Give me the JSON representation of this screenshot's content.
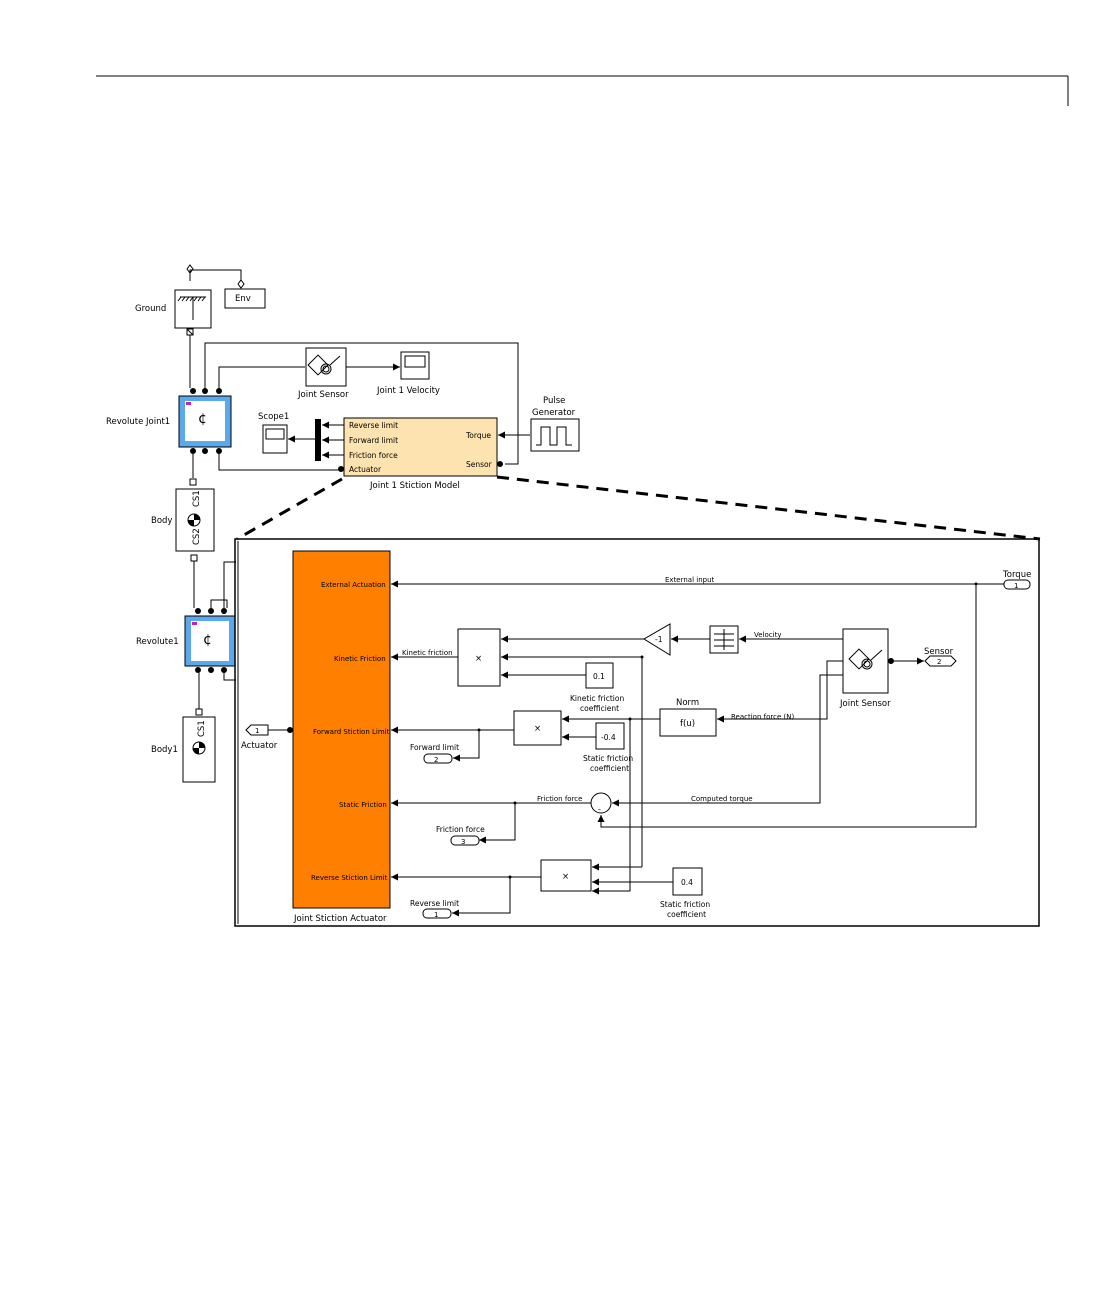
{
  "top": {
    "ground": "Ground",
    "env": "Env",
    "joint_sensor": "Joint Sensor",
    "joint1_velocity": "Joint 1 Velocity",
    "revolute_joint1": "Revolute Joint1",
    "scope1": "Scope1",
    "pulse_generator_line1": "Pulse",
    "pulse_generator_line2": "Generator",
    "stiction_model": "Joint 1 Stiction Model",
    "stiction_ports": {
      "reverse_limit": "Reverse limit",
      "forward_limit": "Forward limit",
      "friction_force": "Friction force",
      "actuator": "Actuator",
      "torque": "Torque",
      "sensor": "Sensor"
    },
    "body": "Body",
    "body_cs1": "CS1",
    "body_cs2": "CS2",
    "revolute1": "Revolute1",
    "body1": "Body1",
    "body1_cs1": "CS1"
  },
  "sub": {
    "actuator_block": "Joint Stiction Actuator",
    "actuator_ports": {
      "external_actuation": "External Actuation",
      "kinetic_friction": "Kinetic Friction",
      "forward_stiction_limit": "Forward Stiction Limit",
      "static_friction": "Static Friction",
      "reverse_stiction_limit": "Reverse Stiction Limit"
    },
    "inport_actuator_num": "1",
    "inport_actuator_label": "Actuator",
    "torque_label": "Torque",
    "torque_num": "1",
    "sensor_label": "Sensor",
    "sensor_num": "2",
    "external_input": "External input",
    "kinetic_friction_sig": "Kinetic friction",
    "velocity": "Velocity",
    "gain": "-1",
    "product_symbol": "×",
    "kinetic_const": "0.1",
    "kinetic_const_label1": "Kinetic friction",
    "kinetic_const_label2": "coefficient",
    "norm_label": "Norm",
    "fcn": "f(u)",
    "reaction_force": "Reaction force (N)",
    "joint_sensor": "Joint Sensor",
    "forward_limit": "Forward limit",
    "forward_limit_num": "2",
    "static_neg_const": "-0.4",
    "static_label1": "Static friction",
    "static_label2": "coefficient",
    "friction_force_sig": "Friction force",
    "computed_torque": "Computed torque",
    "friction_force_out": "Friction force",
    "friction_force_num": "3",
    "static_pos_const": "0.4",
    "reverse_limit": "Reverse limit",
    "reverse_limit_num": "1"
  },
  "colors": {
    "actuator_fill": "#ff7f00",
    "stiction_fill": "#fde3b0",
    "joint_fill": "#5aa9ec"
  }
}
